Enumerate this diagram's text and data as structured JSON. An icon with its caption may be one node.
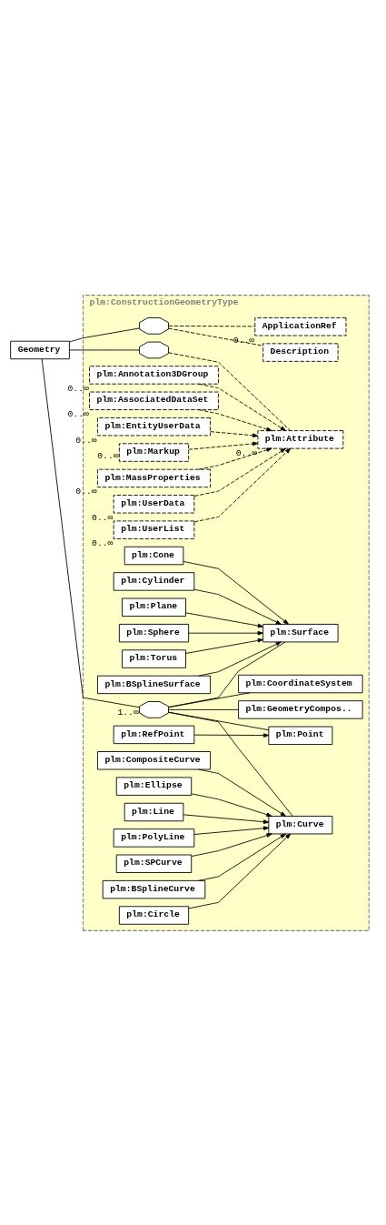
{
  "diagram": {
    "nodes": [
      {
        "text": [
          "Geometry"
        ]
      },
      {
        "text": [
          "plm:ConstructionGeometryType"
        ]
      },
      {
        "text": [],
        "shape": "octagon",
        "in": 1
      },
      {
        "text": [
          "Description"
        ],
        "in": 1
      },
      {
        "text": [
          "ApplicationRef"
        ],
        "in": 1,
        "beside": [
          "0..∞"
        ]
      },
      {
        "text": [],
        "shape": "octagon",
        "in": 1
      },
      {
        "text": [
          "plm:Attribute"
        ],
        "in": 1,
        "beside": [
          "0..∞"
        ]
      },
      {
        "text": [
          "plm:Annotation3DGroup"
        ],
        "in": 1,
        "beside": [
          "0..∞"
        ]
      },
      {
        "text": [
          "plm:AssociatedDataSet"
        ],
        "in": 1,
        "beside": [
          "0..∞"
        ]
      },
      {
        "text": [
          "plm:EntityUserData"
        ],
        "in": 1,
        "beside": [
          "0..∞"
        ]
      },
      {
        "text": [
          "plm:Markup"
        ],
        "in": 1,
        "beside": [
          "0..∞"
        ]
      },
      {
        "text": [
          "plm:MassProperties"
        ],
        "in": 1,
        "beside": [
          "0..∞"
        ]
      },
      {
        "text": [
          "plm:UserData"
        ],
        "in": 1,
        "beside": [
          "0..∞"
        ]
      },
      {
        "text": [
          "plm:UserList"
        ],
        "in": 1,
        "beside": [
          "0..∞"
        ]
      },
      {
        "text": [],
        "shape": "octagon",
        "in": 1,
        "beside": [
          "1..∞"
        ]
      },
      {
        "text": [
          "plm:Point"
        ],
        "in": 1
      },
      {
        "text": [
          "plm:RefPoint"
        ],
        "in": 1
      },
      {
        "text": [
          "plm:Curve"
        ],
        "in": 1
      },
      {
        "text": [
          "plm:BSplineCurve"
        ],
        "in": 1
      },
      {
        "text": [
          "plm:Circle"
        ],
        "in": 1
      },
      {
        "text": [
          "plm:CompositeCurve"
        ],
        "in": 1
      },
      {
        "text": [
          "plm:Ellipse"
        ],
        "in": 1
      },
      {
        "text": [
          "plm:Line"
        ],
        "in": 1
      },
      {
        "text": [
          "plm:PolyLine"
        ],
        "in": 1
      },
      {
        "text": [
          "plm:SPCurve"
        ],
        "in": 1
      },
      {
        "text": [
          "plm:Surface"
        ],
        "in": 1
      },
      {
        "text": [
          "plm:BSplineSurface"
        ],
        "in": 1
      },
      {
        "text": [
          "plm:Cone"
        ],
        "in": 1
      },
      {
        "text": [
          "plm:Cylinder"
        ],
        "in": 1
      },
      {
        "text": [
          "plm:Plane"
        ],
        "in": 1
      },
      {
        "text": [
          "plm:Sphere"
        ],
        "in": 1
      },
      {
        "text": [
          "plm:Torus"
        ],
        "in": 1
      },
      {
        "text": [
          "plm:CoordinateSystem"
        ],
        "in": 1
      },
      {
        "text": [
          "plm:GeometryCompos.."
        ],
        "in": 1
      }
    ],
    "edges": [
      {
        "from": 0,
        "to": 2,
        "arrow": "none"
      },
      {
        "from": 0,
        "to": 5,
        "arrow": "none"
      },
      {
        "from": 0,
        "to": 14,
        "arrow": "none"
      },
      {
        "from": 2,
        "to": 3,
        "arrow": "none",
        "style": "dashed"
      },
      {
        "from": 2,
        "to": 4,
        "arrow": "none",
        "style": "dashed"
      },
      {
        "from": 5,
        "to": 6,
        "arrow": "none",
        "style": "dashed"
      },
      {
        "from": 7,
        "to": 6,
        "arrow": "to",
        "style": "dashed"
      },
      {
        "from": 8,
        "to": 6,
        "arrow": "to",
        "style": "dashed"
      },
      {
        "from": 9,
        "to": 6,
        "arrow": "to",
        "style": "dashed"
      },
      {
        "from": 10,
        "to": 6,
        "arrow": "to",
        "style": "dashed"
      },
      {
        "from": 11,
        "to": 6,
        "arrow": "to",
        "style": "dashed"
      },
      {
        "from": 12,
        "to": 6,
        "arrow": "to",
        "style": "dashed"
      },
      {
        "from": 13,
        "to": 6,
        "arrow": "to",
        "style": "dashed"
      },
      {
        "from": 14,
        "to": 15,
        "arrow": "none"
      },
      {
        "from": 16,
        "to": 15,
        "arrow": "to"
      },
      {
        "from": 14,
        "to": 17,
        "arrow": "none"
      },
      {
        "from": 18,
        "to": 17,
        "arrow": "to"
      },
      {
        "from": 19,
        "to": 17,
        "arrow": "to"
      },
      {
        "from": 20,
        "to": 17,
        "arrow": "to"
      },
      {
        "from": 21,
        "to": 17,
        "arrow": "to"
      },
      {
        "from": 22,
        "to": 17,
        "arrow": "to"
      },
      {
        "from": 23,
        "to": 17,
        "arrow": "to"
      },
      {
        "from": 24,
        "to": 17,
        "arrow": "to"
      },
      {
        "from": 14,
        "to": 25,
        "arrow": "none"
      },
      {
        "from": 26,
        "to": 25,
        "arrow": "to"
      },
      {
        "from": 27,
        "to": 25,
        "arrow": "to"
      },
      {
        "from": 28,
        "to": 25,
        "arrow": "to"
      },
      {
        "from": 29,
        "to": 25,
        "arrow": "to"
      },
      {
        "from": 30,
        "to": 25,
        "arrow": "to"
      },
      {
        "from": 31,
        "to": 25,
        "arrow": "to"
      },
      {
        "from": 14,
        "to": 32,
        "arrow": "none"
      },
      {
        "from": 14,
        "to": 33,
        "arrow": "none"
      }
    ]
  }
}
